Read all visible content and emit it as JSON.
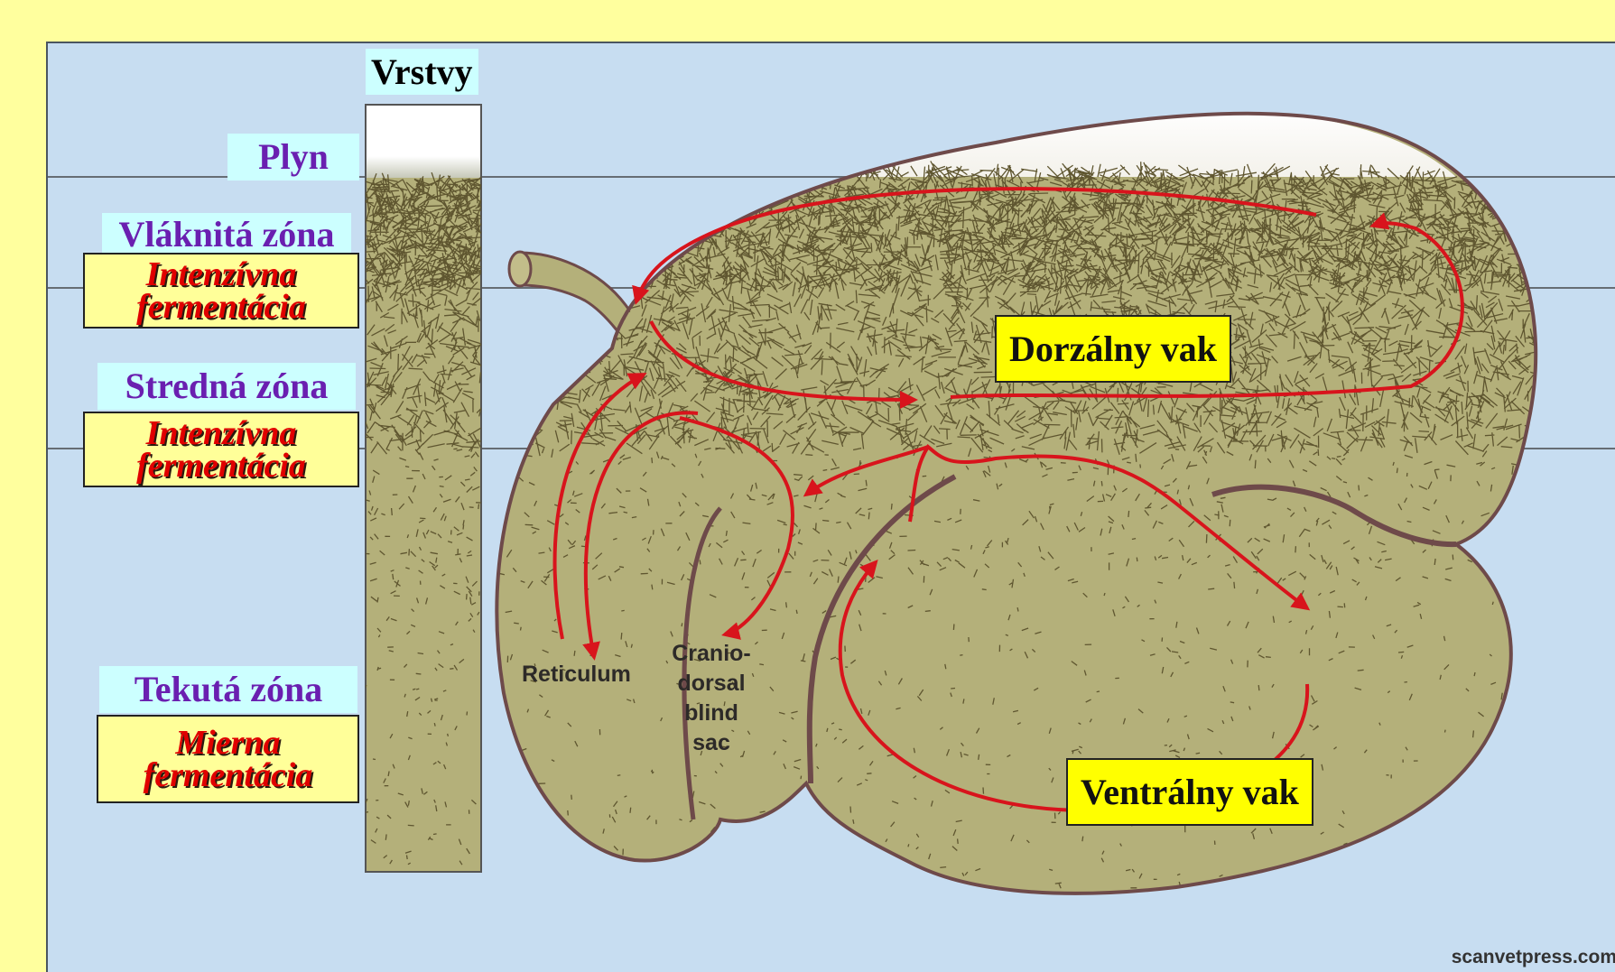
{
  "title": "Vrstvy",
  "zones": {
    "gas": "Plyn",
    "fibrous": "Vláknitá zóna",
    "middle": "Stredná zóna",
    "liquid": "Tekutá zóna"
  },
  "fermentation": {
    "fibrous": "Intenzívna fermentácia",
    "middle": "Intenzívna fermentácia",
    "liquid": "Mierna fermentácia"
  },
  "sacs": {
    "dorsal": "Dorzálny vak",
    "ventral": "Ventrálny vak"
  },
  "diagram_labels": {
    "reticulum": "Reticulum",
    "cranio_dorsal": [
      "Cranio-",
      "dorsal",
      "blind",
      "sac"
    ]
  },
  "credit": "scanvetpress.com",
  "colors": {
    "background": "#ffff9e",
    "panel": "#c7ddf1",
    "rumen_fill": "#b4b07a",
    "fiber": "#5f5630",
    "outline": "#6e4a4a",
    "arrow": "#d8141c",
    "zone_text": "#6a1fb0",
    "fermentation_text": "#e00000",
    "sac_label_bg": "#ffff00"
  }
}
